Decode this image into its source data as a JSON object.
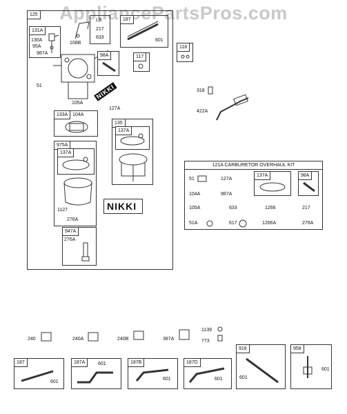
{
  "watermark": "AppliancePartsPros.com",
  "main_box": {
    "tag": "125"
  },
  "sub_boxes": {
    "b131A": {
      "tag": "131A",
      "labels": [
        "130A",
        "95A",
        "987A"
      ]
    },
    "b108B": {
      "labels": [
        "108B",
        "LB",
        "217",
        "633"
      ]
    },
    "b187": {
      "tag": "187",
      "labels": [
        "601"
      ]
    },
    "b98A": {
      "tag": "98A"
    },
    "b117": {
      "tag": "117"
    },
    "b118": {
      "tag": "118"
    },
    "b133A": {
      "tag": "133A",
      "labels": [
        "104A"
      ]
    },
    "b135": {
      "tag": "135",
      "labels": [
        "137A"
      ]
    },
    "b975A": {
      "tag": "975A",
      "labels": [
        "137A",
        "1127",
        "276A"
      ]
    },
    "b947A": {
      "tag": "947A",
      "labels": [
        "276A"
      ]
    }
  },
  "main_labels": {
    "l51": "51",
    "l105A": "105A",
    "l127A": "127A",
    "nikki_logo": "NIKKI",
    "nikki_plate": "NIKKI"
  },
  "loose_labels": {
    "l318": "318",
    "l422A": "422A"
  },
  "kit": {
    "title": "121A CARBURETOR OVERHAUL KIT",
    "items": [
      "51",
      "127A",
      "137A",
      "98A",
      "104A",
      "987A",
      "105A",
      "633",
      "1266",
      "217",
      "51A",
      "617",
      "1266A",
      "276A"
    ]
  },
  "bottom_row": {
    "labels": [
      "240",
      "240A",
      "240B",
      "387A",
      "1139",
      "773"
    ]
  },
  "bottom_boxes": [
    {
      "tag": "187",
      "label": "601"
    },
    {
      "tag": "187A",
      "label": "601"
    },
    {
      "tag": "187B",
      "label": "601"
    },
    {
      "tag": "187D",
      "label": "601"
    },
    {
      "tag": "918",
      "label": "601"
    },
    {
      "tag": "958",
      "label": "601"
    }
  ],
  "colors": {
    "line": "#333333",
    "watermark": "#c9c9c9"
  }
}
